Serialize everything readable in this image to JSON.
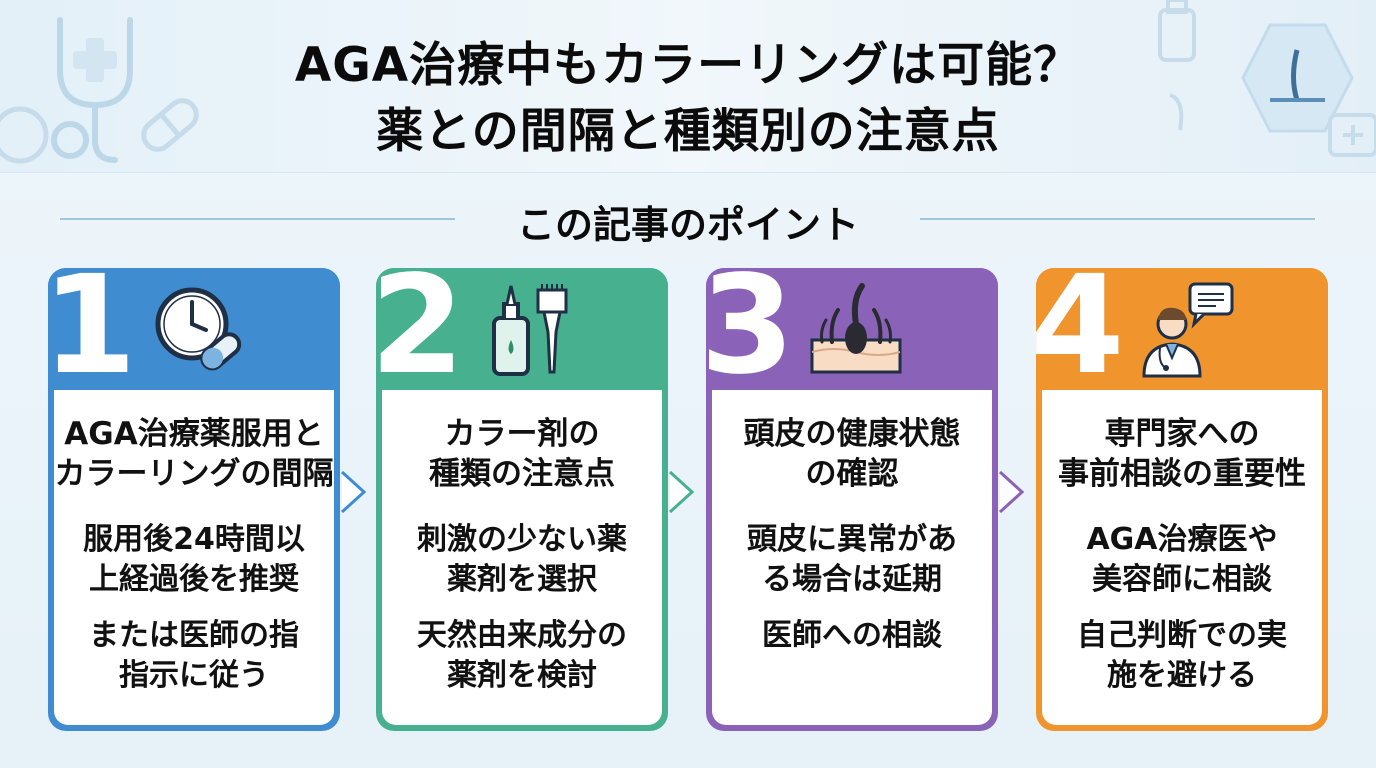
{
  "header": {
    "title_line1": "AGA治療中もカラーリングは可能？",
    "title_line2": "薬との間隔と種類別の注意点"
  },
  "section": {
    "title": "この記事のポイント"
  },
  "colors": {
    "card1": "#3f8dd0",
    "card2": "#47b18f",
    "card3": "#8a63b8",
    "card4": "#f0942d"
  },
  "cards": [
    {
      "number": "1",
      "icon": "clock-pill-icon",
      "heading": [
        "AGA治療薬服用と",
        "カラーリングの間隔"
      ],
      "points": [
        [
          "服用後24時間以",
          "上経過後を推奨"
        ],
        [
          "または医師の指",
          "指示に従う"
        ]
      ]
    },
    {
      "number": "2",
      "icon": "dye-bottle-brush-icon",
      "heading": [
        "カラー剤の",
        "種類の注意点"
      ],
      "points": [
        [
          "刺激の少ない薬",
          "薬剤を選択"
        ],
        [
          "天然由来成分の",
          "薬剤を検討"
        ]
      ]
    },
    {
      "number": "3",
      "icon": "scalp-hair-icon",
      "heading": [
        "頭皮の健康状態",
        "の確認"
      ],
      "points": [
        [
          "頭皮に異常があ",
          "る場合は延期"
        ],
        [
          "医師への相談"
        ]
      ]
    },
    {
      "number": "4",
      "icon": "doctor-consult-icon",
      "heading": [
        "専門家への",
        "事前相談の重要性"
      ],
      "points": [
        [
          "AGA治療医や",
          "美容師に相談"
        ],
        [
          "自己判断での実",
          "施を避ける"
        ]
      ]
    }
  ]
}
